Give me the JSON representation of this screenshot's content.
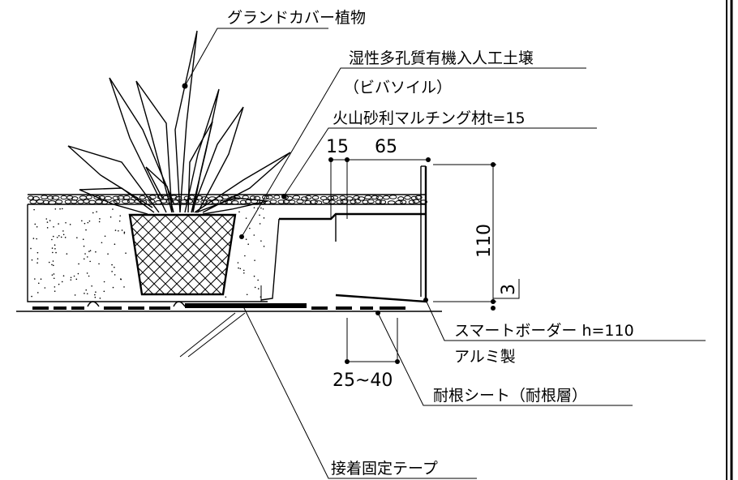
{
  "labels": {
    "ground_cover": "グランドカバー植物",
    "soil_line1": "湿性多孔質有機入人工土壌",
    "soil_line2": "（ビバソイル）",
    "mulch": "火山砂利マルチング材t=15",
    "border_line1": "スマートボーダー h=110",
    "border_line2": "アルミ製",
    "root_sheet": "耐根シート（耐根層）",
    "tape": "接着固定テープ"
  },
  "dimensions": {
    "d15": "15",
    "d65": "65",
    "d110": "110",
    "d3": "3",
    "d25_40": "25~40"
  }
}
